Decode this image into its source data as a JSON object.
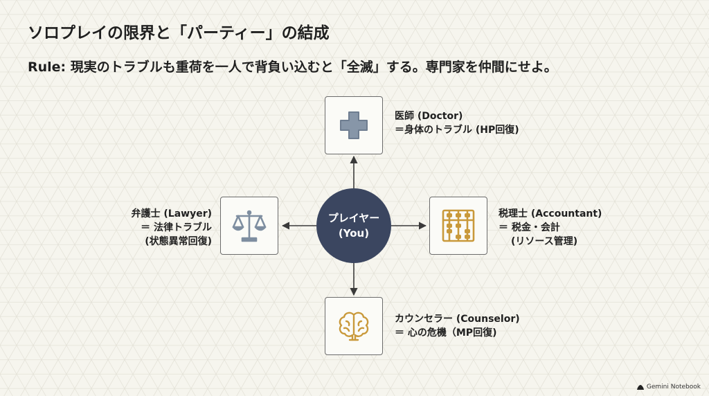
{
  "title": "ソロプレイの限界と「パーティー」の結成",
  "rule": "Rule: 現実のトラブルも重荷を一人で背負い込むと「全滅」する。専門家を仲間にせよ。",
  "center": {
    "line1": "プレイヤー",
    "line2": "(You)"
  },
  "roles": {
    "doctor": {
      "name": "医師 (Doctor)",
      "desc": "＝身体のトラブル (HP回復)",
      "icon": "medical-cross-icon"
    },
    "lawyer": {
      "name": "弁護士 (Lawyer)",
      "desc": "＝ 法律トラブル",
      "desc2": "(状態異常回復)",
      "icon": "scales-icon"
    },
    "accountant": {
      "name": "税理士 (Accountant)",
      "desc": "＝ 税金・会計",
      "desc2": "(リソース管理)",
      "icon": "abacus-icon"
    },
    "counselor": {
      "name": "カウンセラー (Counselor)",
      "desc": "＝ 心の危機（MP回復)",
      "icon": "brain-icon"
    }
  },
  "colors": {
    "accent_dark": "#3b4660",
    "gold": "#c9993a",
    "slate": "#7e8ea0"
  },
  "brand": "Gemini Notebook"
}
